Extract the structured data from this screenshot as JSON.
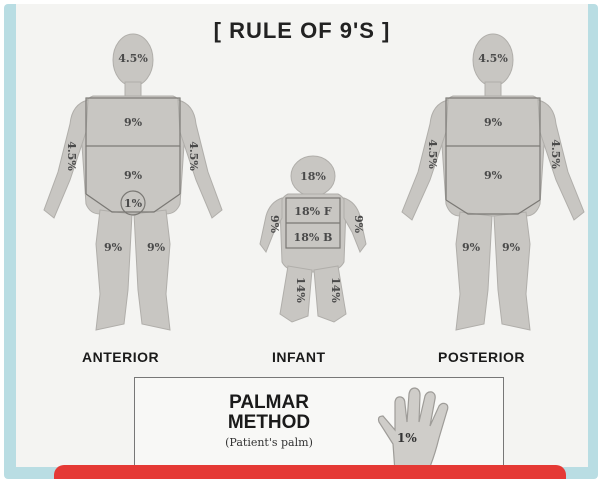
{
  "title": "[ RULE OF 9'S ]",
  "anterior": {
    "head": "4.5%",
    "chest": "9%",
    "abdomen": "9%",
    "genital": "1%",
    "left_arm": "4.5%",
    "right_arm": "4.5%",
    "left_leg": "9%",
    "right_leg": "9%",
    "caption": "ANTERIOR"
  },
  "infant": {
    "head": "18%",
    "trunk_front": "18% F",
    "trunk_back": "18% B",
    "left_arm": "9%",
    "right_arm": "9%",
    "left_leg": "14%",
    "right_leg": "14%",
    "caption": "INFANT"
  },
  "posterior": {
    "head": "4.5%",
    "upper_back": "9%",
    "lower_back": "9%",
    "left_arm": "4.5%",
    "right_arm": "4.5%",
    "left_leg": "9%",
    "right_leg": "9%",
    "caption": "POSTERIOR"
  },
  "palmar": {
    "title_line1": "PALMAR",
    "title_line2": "METHOD",
    "subtitle": "(Patient's palm)",
    "percent": "1%"
  },
  "colors": {
    "body_fill": "#c8c6c2",
    "frame": "#b9dde3",
    "bottom_bar": "#e53935"
  }
}
